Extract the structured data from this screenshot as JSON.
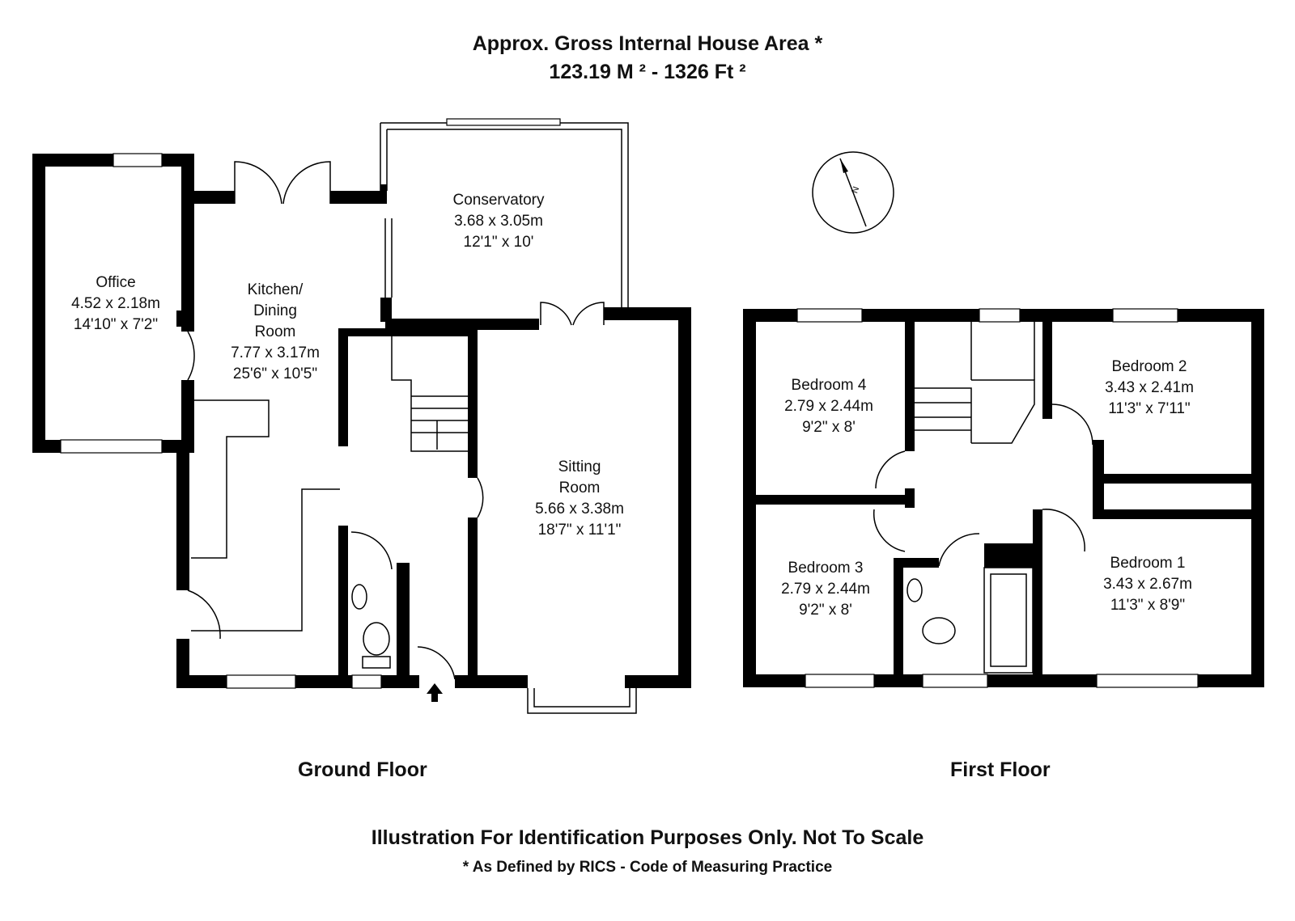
{
  "header": {
    "line1": "Approx. Gross Internal House Area *",
    "line2": "123.19 M ²  -  1326 Ft ²"
  },
  "floors": {
    "ground": "Ground Floor",
    "first": "First Floor"
  },
  "rooms": {
    "office": {
      "name": "Office",
      "metric": "4.52 x 2.18m",
      "imperial": "14'10\" x 7'2\""
    },
    "kitchen": {
      "name1": "Kitchen/",
      "name2": "Dining",
      "name3": "Room",
      "metric": "7.77 x 3.17m",
      "imperial": "25'6\" x 10'5\""
    },
    "conservatory": {
      "name": "Conservatory",
      "metric": "3.68 x 3.05m",
      "imperial": "12'1\" x 10'"
    },
    "sitting": {
      "name1": "Sitting",
      "name2": "Room",
      "metric": "5.66 x 3.38m",
      "imperial": "18'7\" x 11'1\""
    },
    "bedroom4": {
      "name": "Bedroom 4",
      "metric": "2.79 x 2.44m",
      "imperial": "9'2\" x 8'"
    },
    "bedroom3": {
      "name": "Bedroom 3",
      "metric": "2.79 x 2.44m",
      "imperial": "9'2\" x 8'"
    },
    "bedroom2": {
      "name": "Bedroom 2",
      "metric": "3.43 x 2.41m",
      "imperial": "11'3\" x 7'11\""
    },
    "bedroom1": {
      "name": "Bedroom 1",
      "metric": "3.43 x 2.67m",
      "imperial": "11'3\" x 8'9\""
    }
  },
  "compass": {
    "letter": "N"
  },
  "footer": {
    "disclaimer": "Illustration For Identification Purposes Only. Not To Scale",
    "rics": "* As Defined by RICS - Code of Measuring Practice"
  }
}
